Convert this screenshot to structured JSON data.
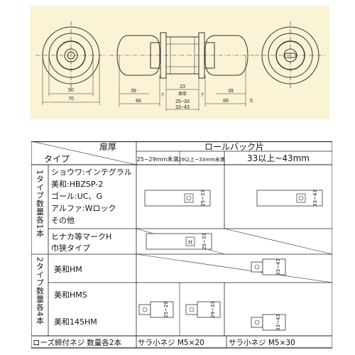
{
  "drawing": {
    "bg_color": "#fbf3d6",
    "dims": {
      "d50": "50",
      "d70": "70",
      "d39_left": "39",
      "d66_left": "66",
      "d7_left": "7",
      "d23": "23",
      "door_thickness": "扉厚",
      "d25_33": "25~33",
      "d33_43": "33~43",
      "d7_right": "7",
      "d39_right": "39",
      "d66_right": "66",
      "d5": "5"
    }
  },
  "table": {
    "header": {
      "door_thickness": "扉厚",
      "type": "タイプ",
      "rollback": "ロールバック片",
      "range_a": "25~29mm未満",
      "range_b": "29以上~33mm未満",
      "range_c": "33以上~43mm"
    },
    "group1": {
      "side_label": "1タイプ数量各1本",
      "row1_items": [
        "ショウワ:インテグラル",
        "美和:HBZSP-2",
        "ゴール:UC、G",
        "アルファ:Wロック",
        "その他"
      ],
      "row1_tag_ab": "25~33",
      "row1_tag_c": "33~43",
      "row2_items": [
        "ヒナカ等マークH",
        "巾狭タイプ"
      ],
      "row2_tag": "25~33"
    },
    "group2": {
      "side_label": "2タイプ数量各4本",
      "row_hm": "美和HM",
      "row_hms": "美和HMS",
      "row_145hm": "美和145HM",
      "tag_33_43": "33~43",
      "tag_25_29": "25~29",
      "tag_29_33": "29~33"
    },
    "footer": {
      "screw_label": "ローズ締付ネジ 数量各2本",
      "screw_a": "サラ小ネジ M5×20",
      "screw_b": "サラ小ネジ M5×30"
    }
  }
}
